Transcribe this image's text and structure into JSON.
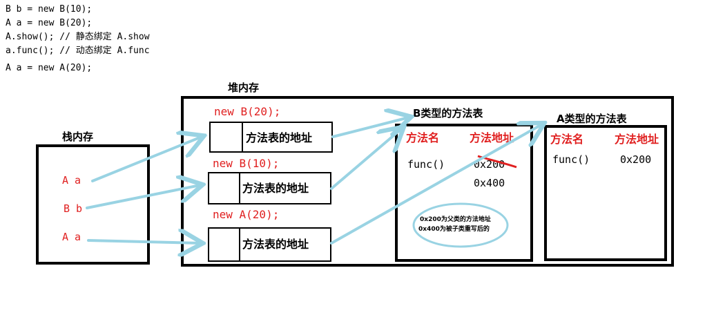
{
  "code_lines": [
    "B b = new B(10);",
    "A a = new B(20);",
    "A.show(); // 静态绑定  A.show",
    "a.func(); //  动态绑定 A.func",
    "A a = new A(20);"
  ],
  "heap": {
    "title": "堆内存",
    "objects": [
      {
        "label": "new B(20);",
        "cell": "方法表的地址"
      },
      {
        "label": "new B(10);",
        "cell": "方法表的地址"
      },
      {
        "label": "new A(20);",
        "cell": "方法表的地址"
      }
    ]
  },
  "stack": {
    "title": "栈内存",
    "vars": [
      "A a",
      "B b",
      "A a"
    ]
  },
  "table_b": {
    "title": "B类型的方法表",
    "col1": "方法名",
    "col2": "方法地址",
    "method": "func()",
    "addr_old": "0x200",
    "addr_new": "0x400",
    "note_line1": "0x200为父类的方法地址",
    "note_line2": "0x400为被子类重写后的"
  },
  "table_a": {
    "title": "A类型的方法表",
    "col1": "方法名",
    "col2": "方法地址",
    "method": "func()",
    "addr": "0x200"
  },
  "colors": {
    "arrow": "#99d3e3",
    "text_red": "#e02020",
    "border": "#000000"
  }
}
